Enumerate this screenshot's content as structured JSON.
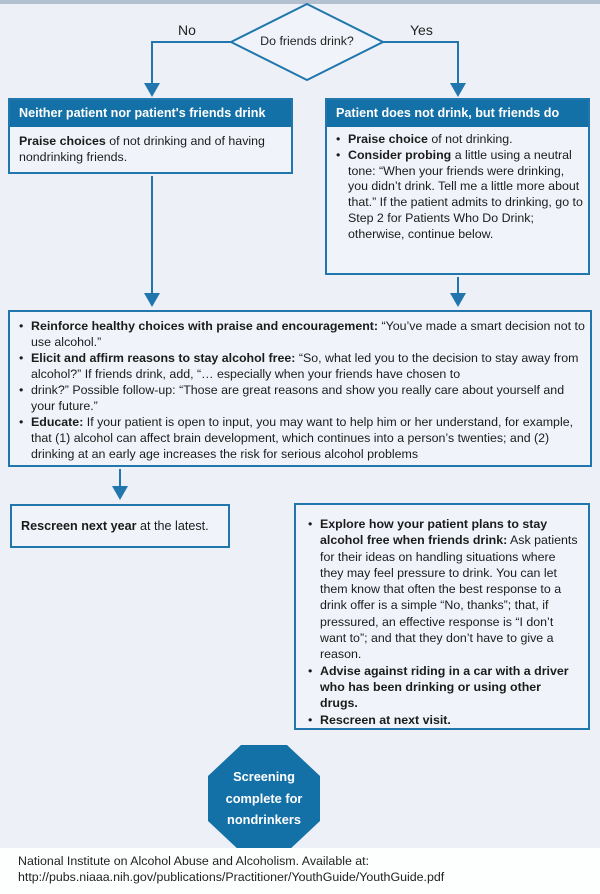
{
  "ui": {
    "colors": {
      "page_bg": "#edf1f7",
      "accent_blue": "#1471a8",
      "line_blue": "#2076ad",
      "box_bg": "#f0f4fa",
      "topbar": "#b2c0d0",
      "header_text": "#ffffff",
      "body_text": "#1b1b1b"
    }
  },
  "decision": {
    "question": "Do friends drink?",
    "no_label": "No",
    "yes_label": "Yes"
  },
  "boxes": {
    "left_top": {
      "header": "Neither patient nor patient's friends drink",
      "body": {
        "bold": "Praise choices",
        "rest": " of not drinking and of having nondrinking friends."
      }
    },
    "right_top": {
      "header": "Patient does not drink, but friends do",
      "bullets": [
        {
          "bold": "Praise choice",
          "rest": " of not drinking."
        },
        {
          "bold": "Consider probing",
          "rest": " a little using a neutral tone: “When your friends were drinking, you didn’t drink. Tell me a little more about that.” If the patient admits to drinking, go to Step 2 for Patients Who Do Drink; otherwise, continue below."
        }
      ]
    },
    "middle": {
      "bullets": [
        {
          "bold": "Reinforce healthy choices with praise and encouragement:",
          "rest": " “You’ve made a smart decision not to use alcohol.”"
        },
        {
          "bold": "Elicit and affirm reasons to stay alcohol free:",
          "rest": " “So, what led you to the decision to stay away from alcohol?” If friends drink, add, “… especially when your friends have chosen to"
        },
        {
          "bold": "",
          "rest": "drink?” Possible follow-up: “Those are great reasons and show you really care about yourself and your future.”"
        },
        {
          "bold": "Educate:",
          "rest": " If your patient is open to input, you may want to help him or her understand, for example, that (1) alcohol can affect brain development, which continues into a person’s twenties; and (2) drinking at an early age increases the risk for serious alcohol problems"
        }
      ]
    },
    "rescreen": {
      "bold": "Rescreen next year",
      "rest": " at the latest."
    },
    "right_lower": {
      "bullets": [
        {
          "bold": "Explore how your patient plans to stay alcohol free when friends drink:",
          "rest": " Ask patients for their ideas on handling situations where they may feel pressure to drink. You can let them know that often the best response to a drink offer is a simple “No, thanks”; that, if pressured, an effective response is “I don’t want to”; and that they don’t have to give a reason."
        },
        {
          "bold": "Advise against riding in a car with a driver who has been drinking or using other drugs.",
          "rest": ""
        },
        {
          "bold": "Rescreen at next visit.",
          "rest": ""
        }
      ]
    }
  },
  "octagon": {
    "line1": "Screening",
    "line2": "complete for",
    "line3": "nondrinkers"
  },
  "footer": {
    "line1": "National Institute on Alcohol Abuse and Alcoholism. Available at:",
    "line2": "http://pubs.niaaa.nih.gov/publications/Practitioner/YouthGuide/YouthGuide.pdf"
  }
}
